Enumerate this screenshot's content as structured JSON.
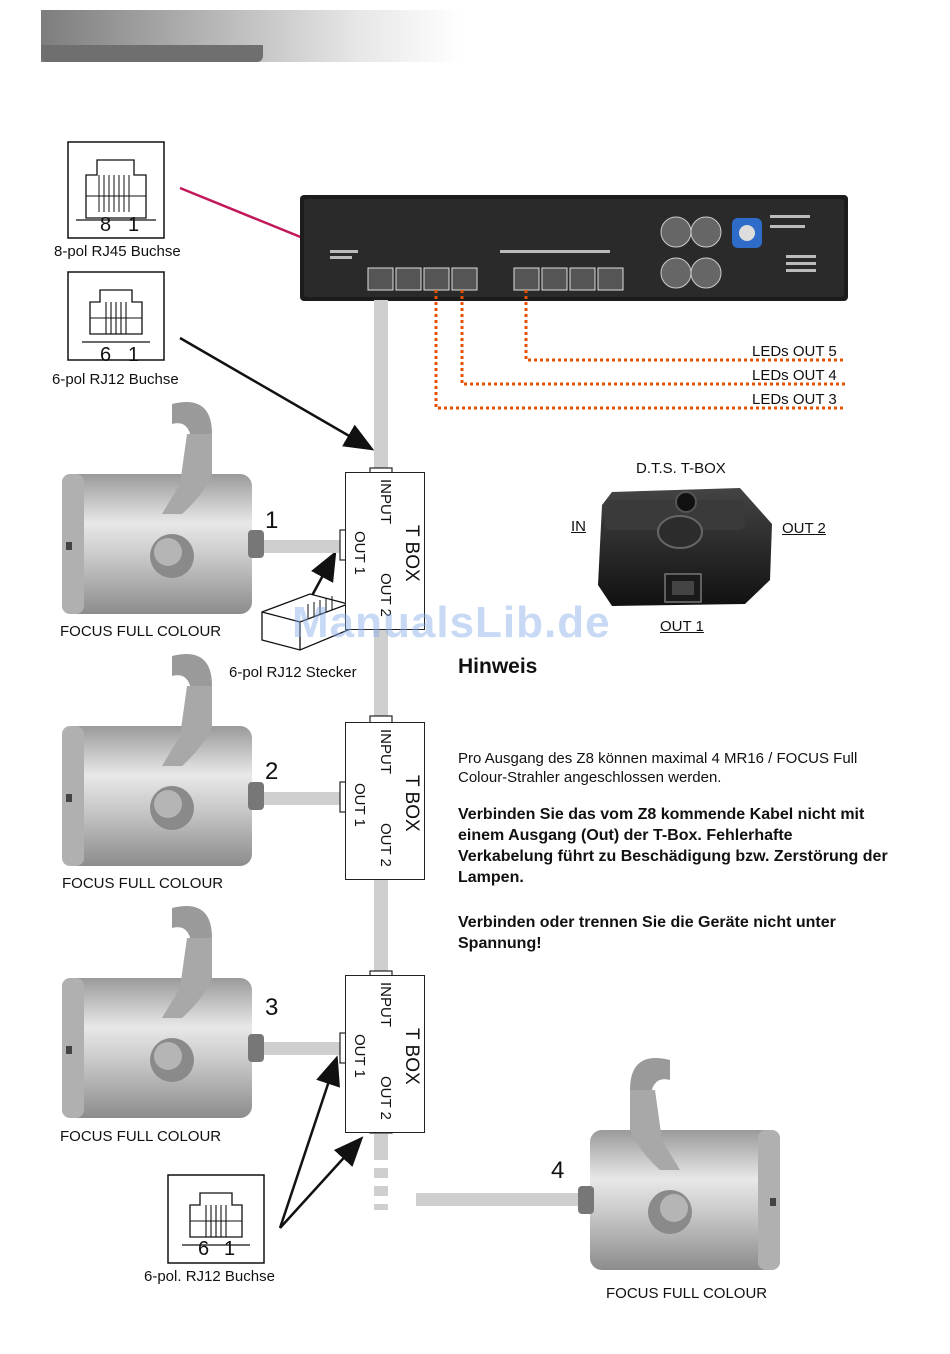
{
  "labels": {
    "rj45_socket": "8-pol RJ45 Buchse",
    "rj45_pins": [
      "8",
      "1"
    ],
    "rj12_socket_top": "6-pol RJ12 Buchse",
    "rj12_pins": [
      "6",
      "1"
    ],
    "rj12_plug": "6-pol RJ12 Stecker",
    "rj12_socket_bottom": "6-pol. RJ12 Buchse",
    "leds_out": [
      "LEDs OUT 5",
      "LEDs OUT 4",
      "LEDs OUT 3"
    ]
  },
  "tbox_labels": {
    "title": "T BOX",
    "input": "INPUT",
    "out1": "OUT 1",
    "out2": "OUT 2"
  },
  "lamps": [
    {
      "number": "1",
      "caption": "FOCUS FULL COLOUR"
    },
    {
      "number": "2",
      "caption": "FOCUS FULL COLOUR"
    },
    {
      "number": "3",
      "caption": "FOCUS FULL COLOUR"
    },
    {
      "number": "4",
      "caption": "FOCUS FULL COLOUR"
    }
  ],
  "dts_tbox": {
    "title": "D.T.S. T-BOX",
    "in": "IN",
    "out1": "OUT 1",
    "out2": "OUT 2"
  },
  "note": {
    "title": "Hinweis",
    "p1": "Pro Ausgang des Z8 können maximal 4 MR16 / FOCUS Full Colour-Strahler angeschlossen werden.",
    "p2": "Verbinden Sie das vom Z8 kommende Kabel nicht mit einem Ausgang (Out) der T-Box. Fehlerhafte Verkabelung führt zu Beschädigung bzw. Zerstörung der Lampen.",
    "p3": "Verbinden oder trennen Sie die Geräte nicht unter Spannung!"
  },
  "watermark": "ManualsLib.de",
  "colors": {
    "accent_arrow": "#c2185b",
    "dotted_cable": "#e65100",
    "cable_gray": "#cfcfcf"
  }
}
